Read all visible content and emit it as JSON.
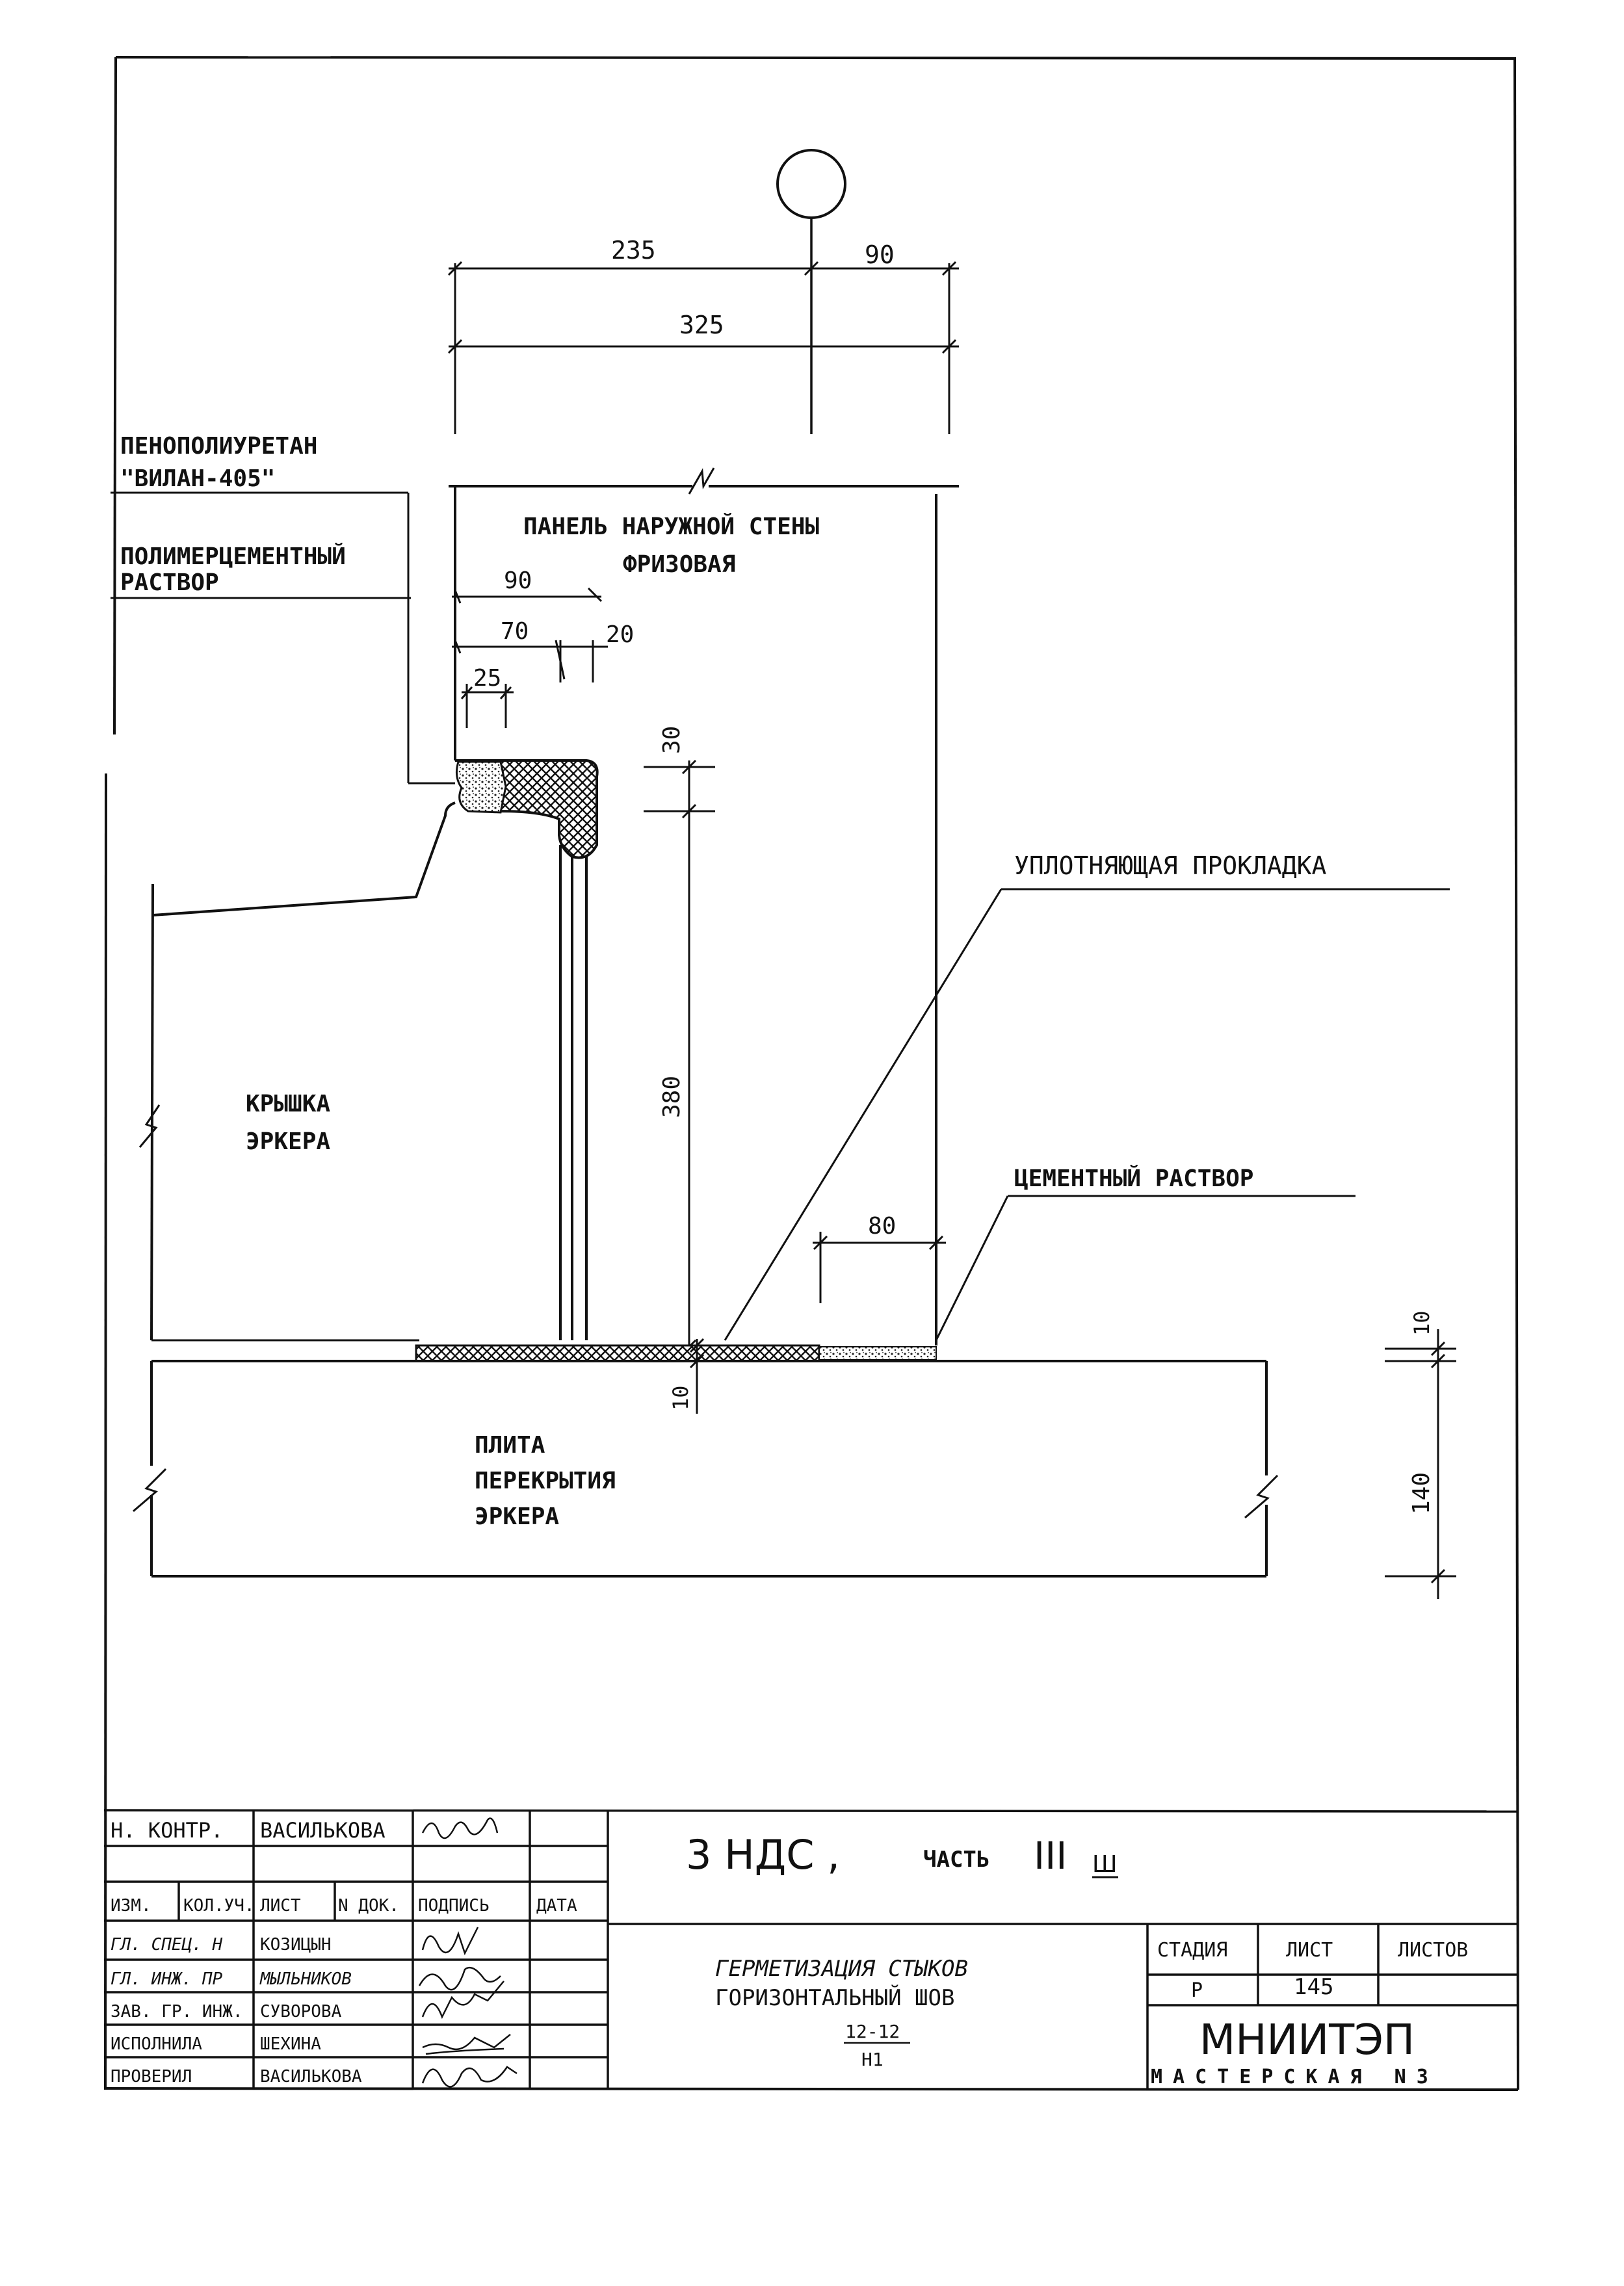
{
  "dimensions": {
    "top_left": "235",
    "top_right": "90",
    "top_total": "325",
    "gap_90": "90",
    "gap_70": "70",
    "gap_20": "20",
    "gap_25": "25",
    "vert_30": "30",
    "vert_380": "380",
    "bottom_80": "80",
    "bottom_10": "10",
    "right_10": "10",
    "right_140": "140"
  },
  "labels": {
    "foam_line1": "ПЕНОПОЛИУРЕТАН",
    "foam_line2": "\"ВИЛАН-405\"",
    "mortar_line1": "ПОЛИМЕРЦЕМЕНТНЫЙ",
    "mortar_line2": "РАСТВОР",
    "panel_line1": "ПАНЕЛЬ НАРУЖНОЙ СТЕНЫ",
    "panel_line2": "ФРИЗОВАЯ",
    "gasket": "УПЛОТНЯЮЩАЯ ПРОКЛАДКА",
    "cover_line1": "КРЫШКА",
    "cover_line2": "ЭРКЕРА",
    "cement": "ЦЕМЕНТНЫЙ РАСТВОР",
    "slab_line1": "ПЛИТА",
    "slab_line2": "ПЕРЕКРЫТИЯ",
    "slab_line3": "ЭРКЕРА"
  },
  "title_block": {
    "signature_rows": [
      {
        "role": "Н. КОНТР.",
        "name": "ВАСИЛЬКОВА"
      },
      {
        "role": "",
        "name": ""
      }
    ],
    "header_cols": [
      "ИЗМ.",
      "КОЛ.УЧ.",
      "ЛИСТ",
      "N ДОК.",
      "ПОДПИСЬ",
      "ДАТА"
    ],
    "staff": [
      {
        "role": "ГЛ. СПЕЦ. Н",
        "name": "КОЗИЦЫН"
      },
      {
        "role": "ГЛ. ИНЖ. ПР",
        "name": "МЫЛЬНИКОВ"
      },
      {
        "role": "ЗАВ. ГР. ИНЖ.",
        "name": "СУВОРОВА"
      },
      {
        "role": "ИСПОЛНИЛА",
        "name": "ШЕХИНА"
      },
      {
        "role": "ПРОВЕРИЛ",
        "name": "ВАСИЛЬКОВА"
      }
    ],
    "project_code": "3 НДС ,",
    "part_label": "ЧАСТЬ",
    "part_number": "III",
    "part_suffix": "Ш",
    "drawing_title_line1": "ГЕРМЕТИЗАЦИЯ СТЫКОВ",
    "drawing_title_line2": "ГОРИЗОНТАЛЬНЫЙ ШОВ",
    "drawing_code_top": "12-12",
    "drawing_code_bottom": "Н1",
    "stage_header": "СТАДИЯ",
    "sheet_header": "ЛИСТ",
    "sheets_header": "ЛИСТОВ",
    "stage_value": "Р",
    "sheet_value": "145",
    "sheets_value": "",
    "org_name": "МНИИТЭП",
    "org_unit": "МАСТЕРСКАЯ N3"
  }
}
